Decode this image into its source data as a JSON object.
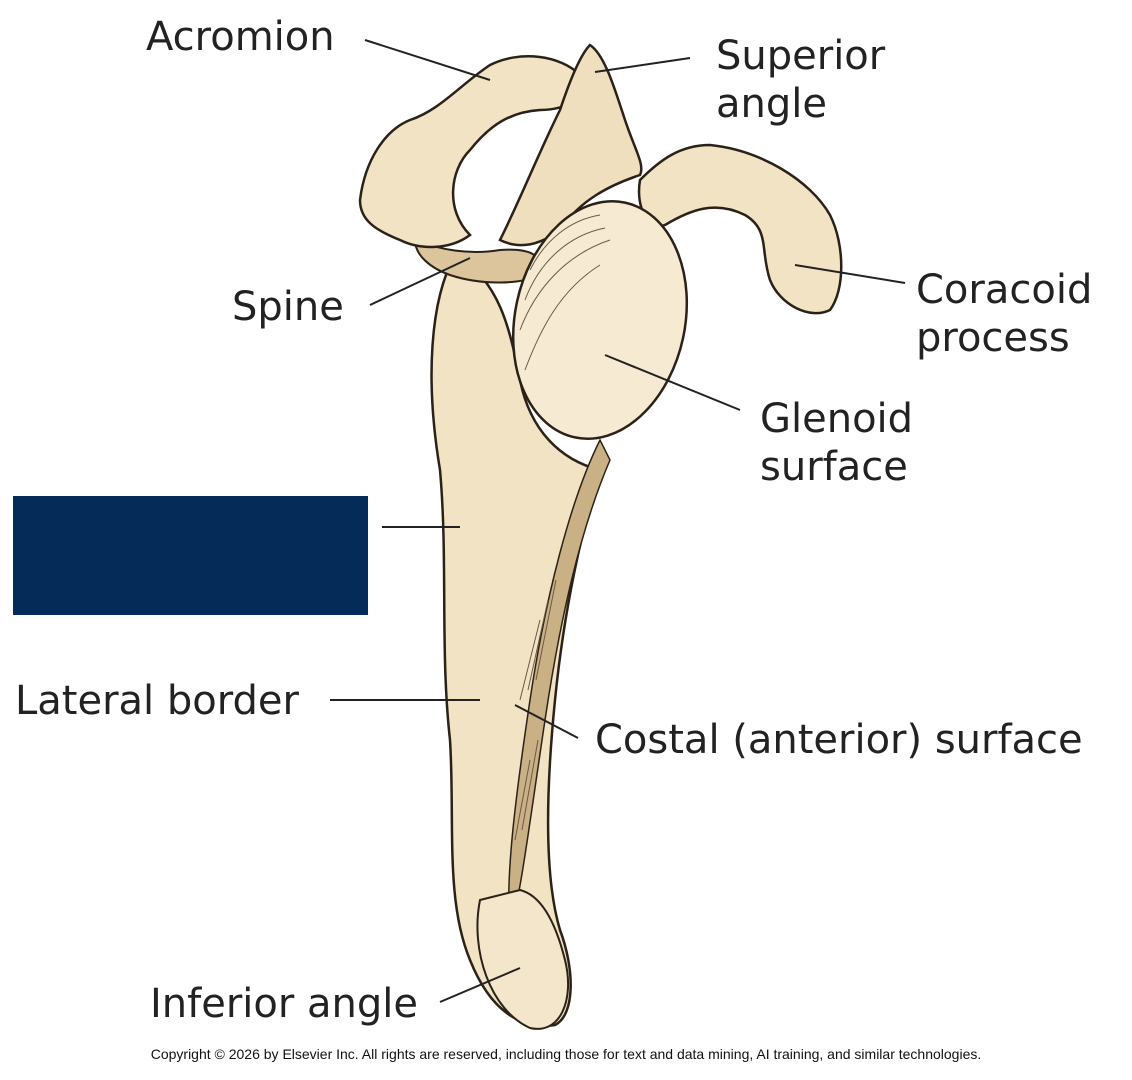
{
  "diagram": {
    "labels": {
      "acromion": "Acromion",
      "superior_angle_1": "Superior",
      "superior_angle_2": "angle",
      "spine": "Spine",
      "coracoid_1": "Coracoid",
      "coracoid_2": "process",
      "glenoid_1": "Glenoid",
      "glenoid_2": "surface",
      "lateral_border": "Lateral border",
      "costal_surface": "Costal (anterior) surface",
      "inferior_angle": "Inferior angle"
    },
    "copyright": "Copyright © 2026 by Elsevier Inc. All rights are reserved, including those for text and data mining, AI training, and similar technologies.",
    "colors": {
      "bone_fill": "#f2e3c4",
      "bone_shade": "#d9c39a",
      "outline": "#2a2218",
      "hidden_label_box": "#052c59",
      "leader_lines": "#222222"
    }
  }
}
